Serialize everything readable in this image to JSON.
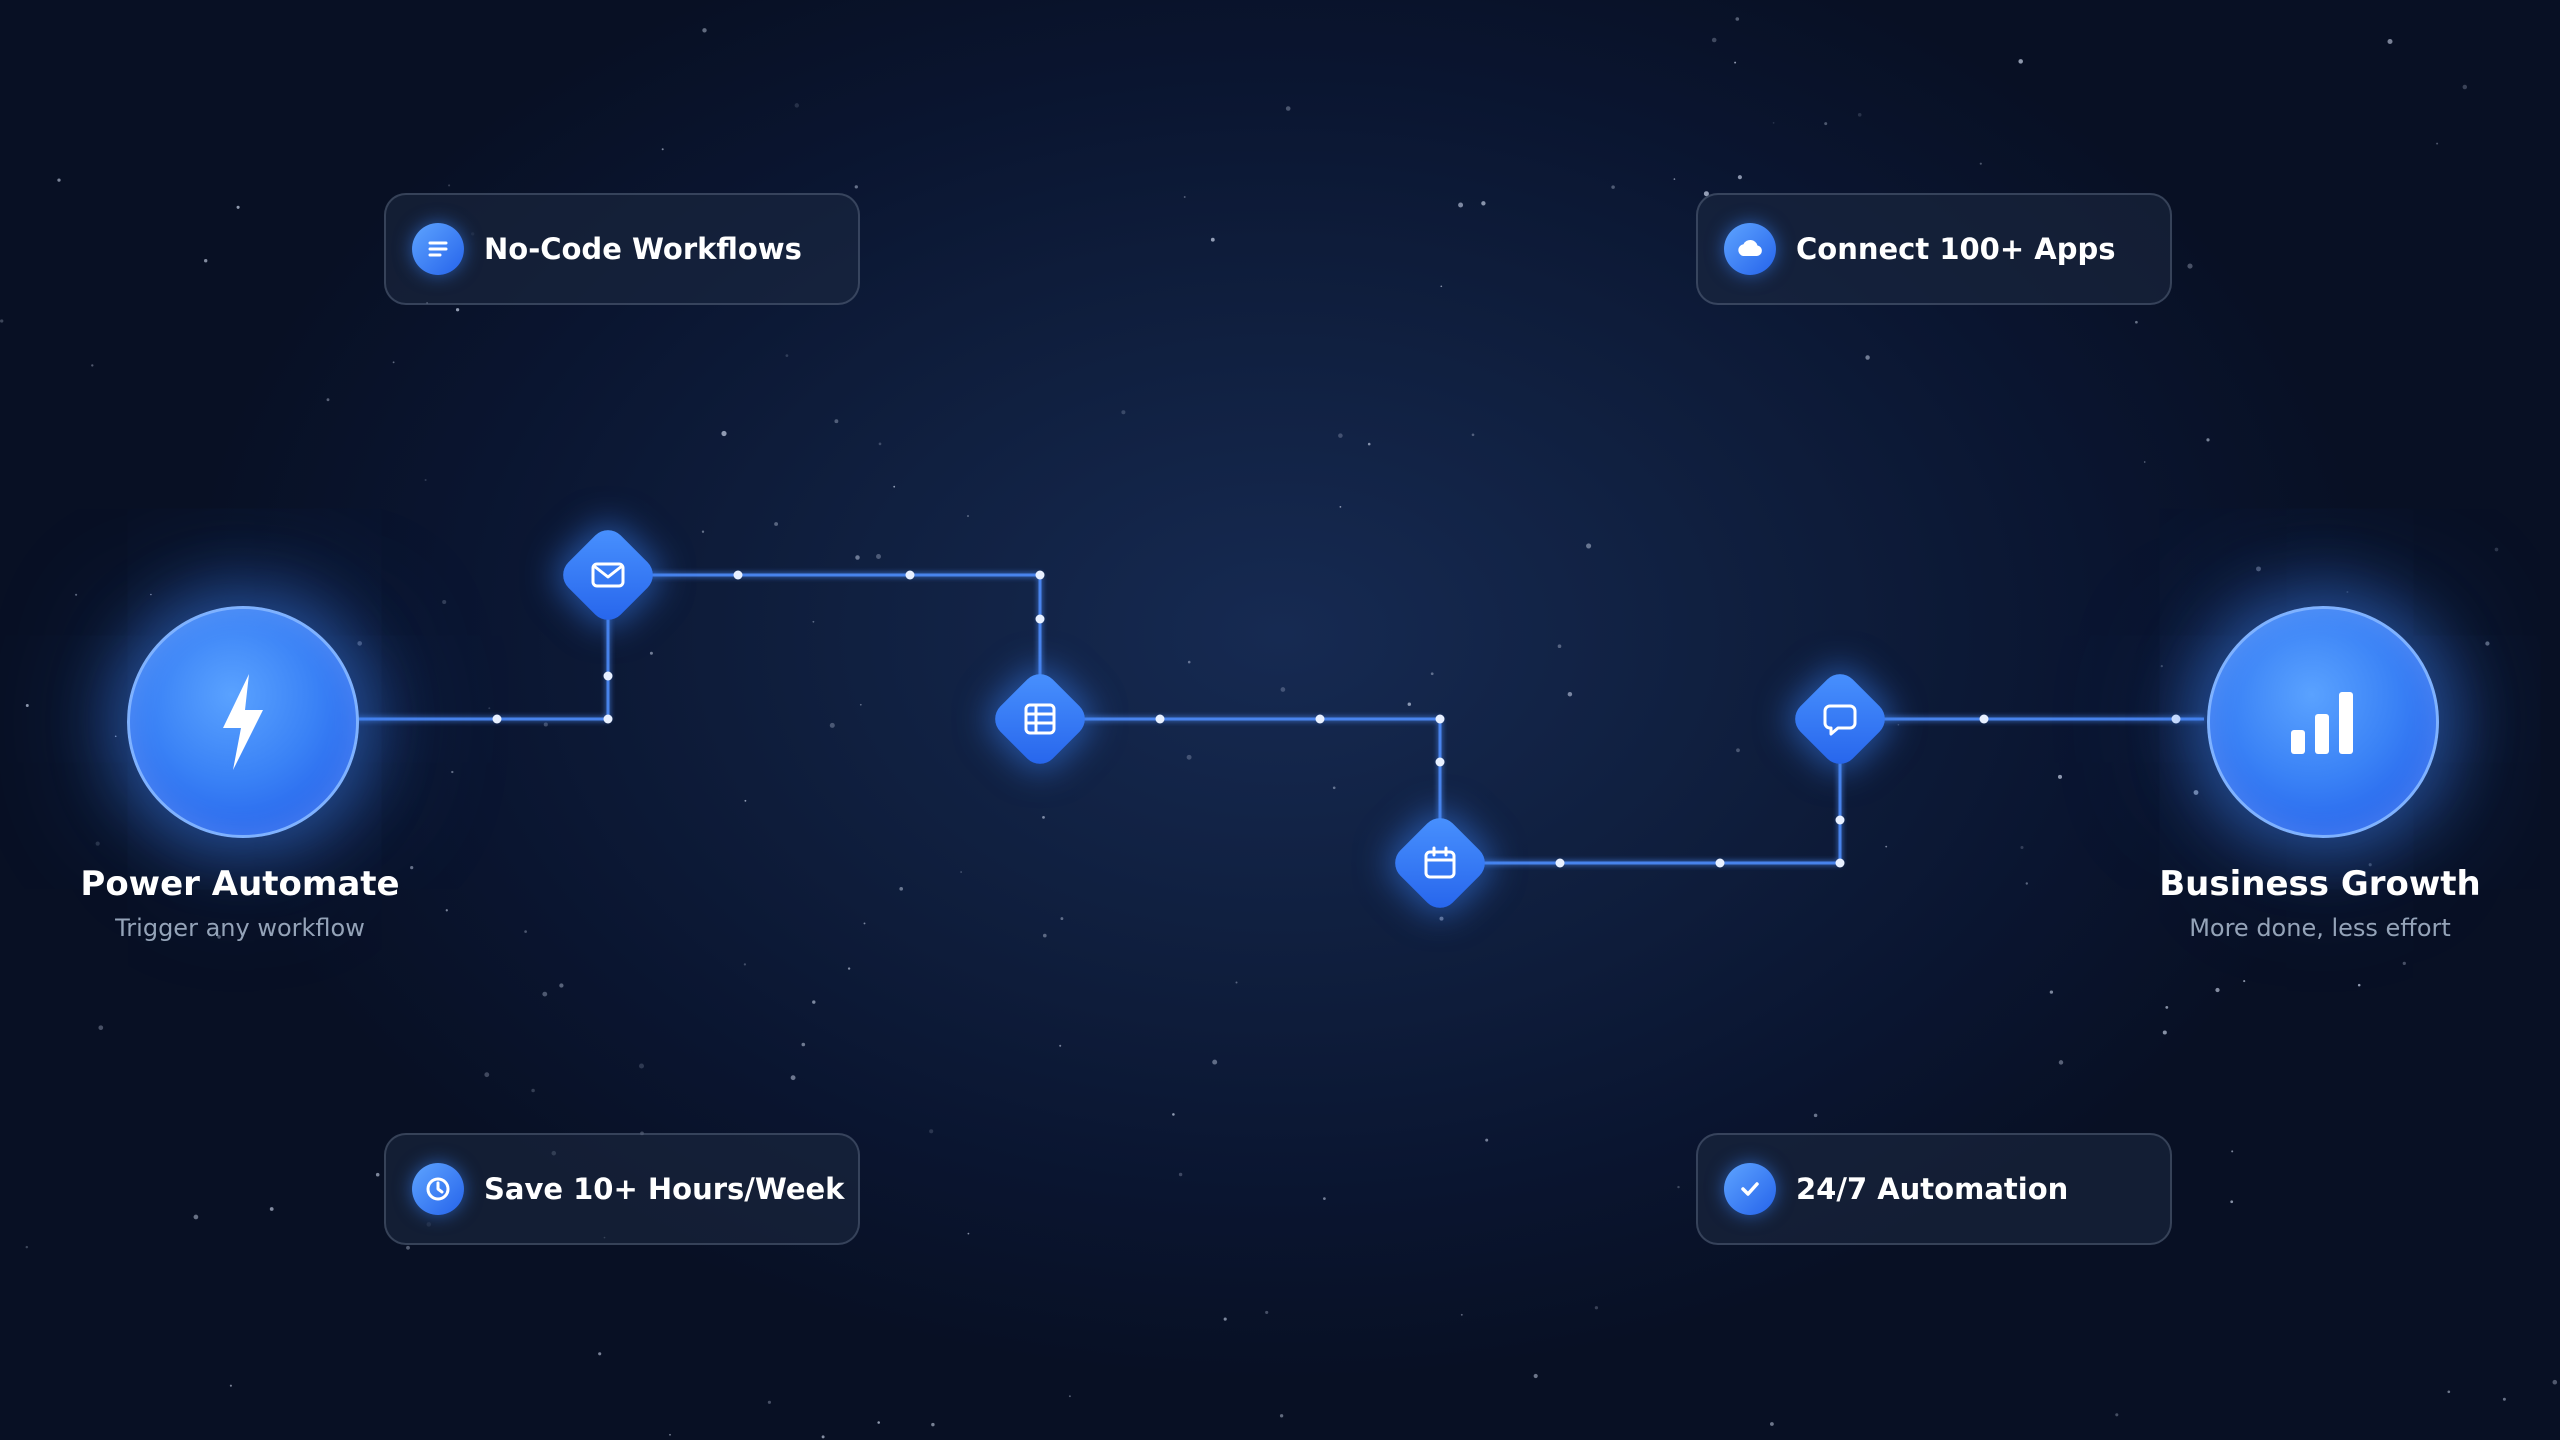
{
  "hubs": {
    "start": {
      "title": "Power Automate",
      "subtitle": "Trigger any workflow",
      "icon": "lightning-bolt-icon"
    },
    "end": {
      "title": "Business Growth",
      "subtitle": "More done, less effort",
      "icon": "bar-chart-icon"
    }
  },
  "nodes": [
    {
      "name": "email-node",
      "icon": "envelope-icon"
    },
    {
      "name": "spreadsheet-node",
      "icon": "table-icon"
    },
    {
      "name": "calendar-node",
      "icon": "calendar-icon"
    },
    {
      "name": "chat-node",
      "icon": "chat-bubble-icon"
    }
  ],
  "features": {
    "top_left": {
      "label": "No-Code Workflows",
      "icon": "list-lines-icon"
    },
    "top_right": {
      "label": "Connect 100+ Apps",
      "icon": "cloud-icon"
    },
    "bottom_left": {
      "label": "Save 10+ Hours/Week",
      "icon": "clock-icon"
    },
    "bottom_right": {
      "label": "24/7 Automation",
      "icon": "checkmark-icon"
    }
  },
  "colors": {
    "accent": "#3b82f6",
    "wire": "#4f8fff",
    "background": "#0f1e3d",
    "subtext": "#94a3b8"
  }
}
